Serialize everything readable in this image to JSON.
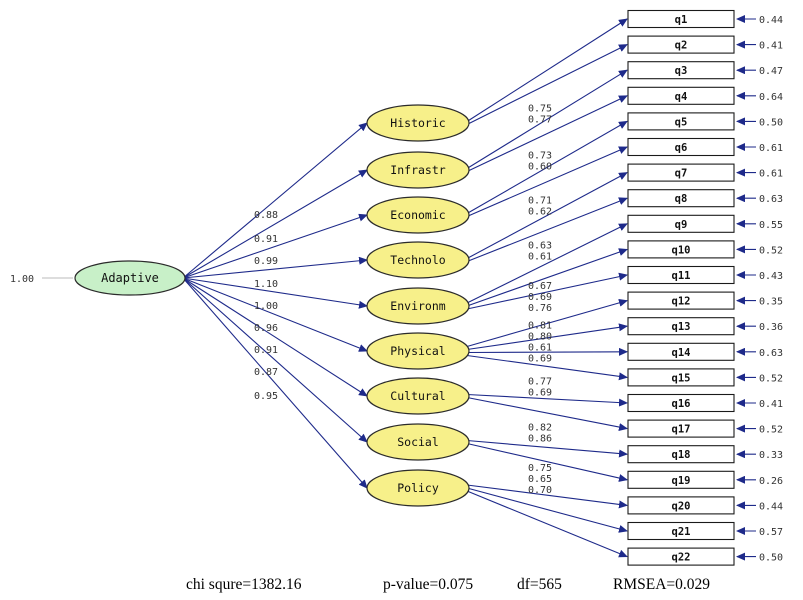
{
  "root": {
    "label": "Adaptive",
    "variance": "1.00",
    "fill": "#c8f0c8"
  },
  "colors": {
    "arrow": "#1e2a8a",
    "latent_fill": "#f7f08a",
    "latent_stroke": "#2b2b2b",
    "box_stroke": "#1a1a1a"
  },
  "factors": [
    {
      "label": "Historic",
      "loading": "0.88"
    },
    {
      "label": "Infrastr",
      "loading": "0.91"
    },
    {
      "label": "Economic",
      "loading": "0.99"
    },
    {
      "label": "Technolo",
      "loading": "1.10"
    },
    {
      "label": "Environm",
      "loading": "1.00"
    },
    {
      "label": "Physical",
      "loading": "0.96"
    },
    {
      "label": "Cultural",
      "loading": "0.91"
    },
    {
      "label": "Social",
      "loading": "0.87"
    },
    {
      "label": "Policy",
      "loading": "0.95"
    }
  ],
  "items": [
    {
      "label": "q1",
      "error": "0.44"
    },
    {
      "label": "q2",
      "error": "0.41"
    },
    {
      "label": "q3",
      "error": "0.47"
    },
    {
      "label": "q4",
      "error": "0.64"
    },
    {
      "label": "q5",
      "error": "0.50"
    },
    {
      "label": "q6",
      "error": "0.61"
    },
    {
      "label": "q7",
      "error": "0.61"
    },
    {
      "label": "q8",
      "error": "0.63"
    },
    {
      "label": "q9",
      "error": "0.55"
    },
    {
      "label": "q10",
      "error": "0.52"
    },
    {
      "label": "q11",
      "error": "0.43"
    },
    {
      "label": "q12",
      "error": "0.35"
    },
    {
      "label": "q13",
      "error": "0.36"
    },
    {
      "label": "q14",
      "error": "0.63"
    },
    {
      "label": "q15",
      "error": "0.52"
    },
    {
      "label": "q16",
      "error": "0.41"
    },
    {
      "label": "q17",
      "error": "0.52"
    },
    {
      "label": "q18",
      "error": "0.33"
    },
    {
      "label": "q19",
      "error": "0.26"
    },
    {
      "label": "q20",
      "error": "0.44"
    },
    {
      "label": "q21",
      "error": "0.57"
    },
    {
      "label": "q22",
      "error": "0.50"
    }
  ],
  "item_loadings": [
    {
      "factor": 0,
      "item": 0,
      "value": "0.75"
    },
    {
      "factor": 0,
      "item": 1,
      "value": "0.77"
    },
    {
      "factor": 1,
      "item": 2,
      "value": "0.73"
    },
    {
      "factor": 1,
      "item": 3,
      "value": "0.60"
    },
    {
      "factor": 2,
      "item": 4,
      "value": "0.71"
    },
    {
      "factor": 2,
      "item": 5,
      "value": "0.62"
    },
    {
      "factor": 3,
      "item": 6,
      "value": "0.63"
    },
    {
      "factor": 3,
      "item": 7,
      "value": "0.61"
    },
    {
      "factor": 4,
      "item": 8,
      "value": "0.67"
    },
    {
      "factor": 4,
      "item": 9,
      "value": "0.69"
    },
    {
      "factor": 4,
      "item": 10,
      "value": "0.76"
    },
    {
      "factor": 5,
      "item": 11,
      "value": "0.81"
    },
    {
      "factor": 5,
      "item": 12,
      "value": "0.80"
    },
    {
      "factor": 5,
      "item": 13,
      "value": "0.61"
    },
    {
      "factor": 5,
      "item": 14,
      "value": "0.69"
    },
    {
      "factor": 6,
      "item": 15,
      "value": "0.77"
    },
    {
      "factor": 6,
      "item": 16,
      "value": "0.69"
    },
    {
      "factor": 7,
      "item": 17,
      "value": "0.82"
    },
    {
      "factor": 7,
      "item": 18,
      "value": "0.86"
    },
    {
      "factor": 8,
      "item": 19,
      "value": "0.75"
    },
    {
      "factor": 8,
      "item": 20,
      "value": "0.65"
    },
    {
      "factor": 8,
      "item": 21,
      "value": "0.70"
    }
  ],
  "fit": {
    "chi": "chi squre=1382.16",
    "p": "p-value=0.075",
    "df": "df=565",
    "rmsea": "RMSEA=0.029"
  }
}
